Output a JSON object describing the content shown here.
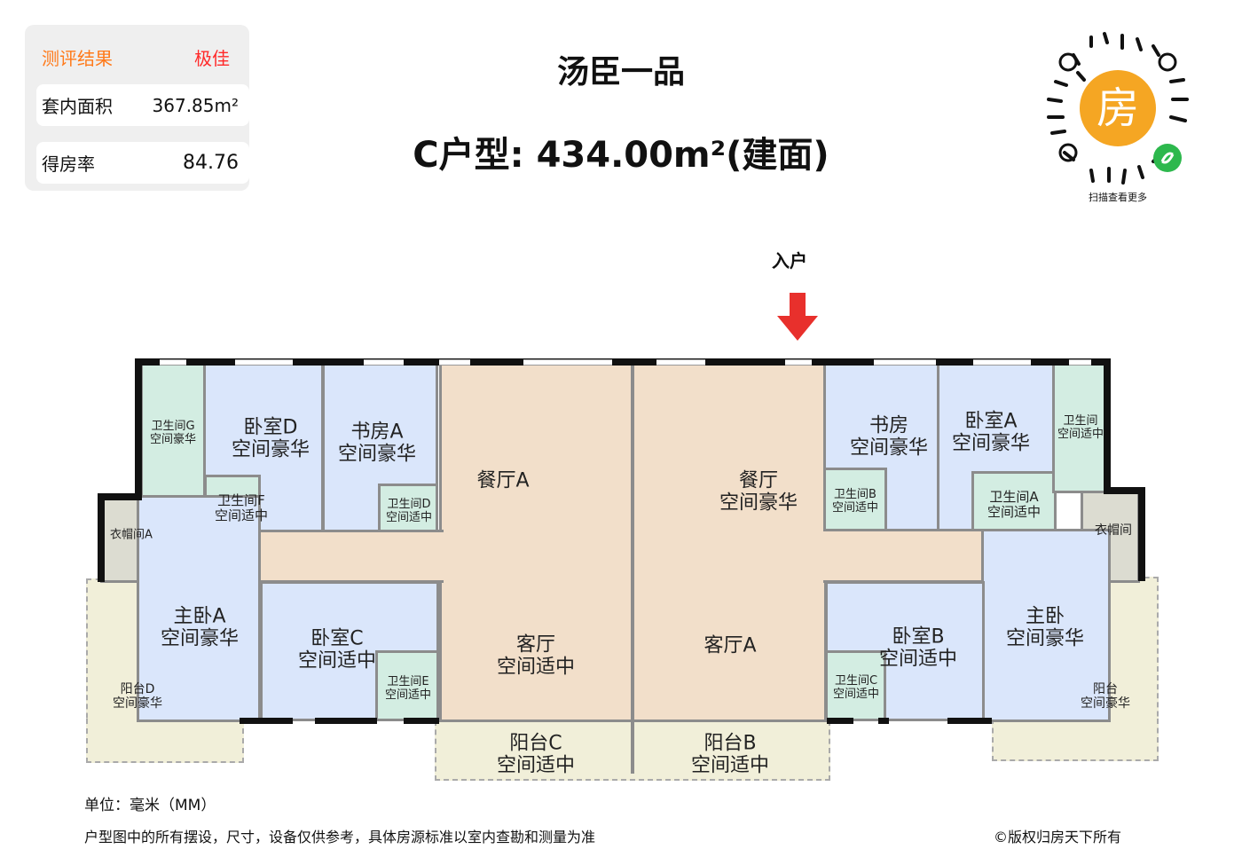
{
  "info": {
    "result_label": "测评结果",
    "result_value": "极佳",
    "area_label": "套内面积",
    "area_value": "367.85m²",
    "rate_label": "得房率",
    "rate_value": "84.76",
    "result_color": "#ff7a1a",
    "value_color": "#ff2a2a"
  },
  "title": "汤臣一品",
  "subtitle": "C户型: 434.00m²(建面)",
  "qr": {
    "logo_char": "房",
    "caption": "扫描查看更多"
  },
  "entrance": "入户",
  "rooms": {
    "bath_g": {
      "name": "卫生间G",
      "grade": "空间豪华"
    },
    "bed_d": {
      "name": "卧室D",
      "grade": "空间豪华"
    },
    "bath_f": {
      "name": "卫生间F",
      "grade": "空间适中"
    },
    "study_a": {
      "name": "书房A",
      "grade": "空间豪华"
    },
    "bath_d": {
      "name": "卫生间D",
      "grade": "空间适中"
    },
    "closet_a": {
      "name": "衣帽间A"
    },
    "master_a": {
      "name": "主卧A",
      "grade": "空间豪华"
    },
    "bed_c": {
      "name": "卧室C",
      "grade": "空间适中"
    },
    "bath_e": {
      "name": "卫生间E",
      "grade": "空间适中"
    },
    "dining_a": {
      "name": "餐厅A"
    },
    "living": {
      "name": "客厅",
      "grade": "空间适中"
    },
    "balcony_c": {
      "name": "阳台C",
      "grade": "空间适中"
    },
    "balcony_d": {
      "name": "阳台D",
      "grade": "空间豪华"
    },
    "dining": {
      "name": "餐厅",
      "grade": "空间豪华"
    },
    "living_a": {
      "name": "客厅A"
    },
    "balcony_b": {
      "name": "阳台B",
      "grade": "空间适中"
    },
    "study": {
      "name": "书房",
      "grade": "空间豪华"
    },
    "bath_b": {
      "name": "卫生间B",
      "grade": "空间适中"
    },
    "bed_a": {
      "name": "卧室A",
      "grade": "空间豪华"
    },
    "bath_a": {
      "name": "卫生间A",
      "grade": "空间适中"
    },
    "bath": {
      "name": "卫生间",
      "grade": "空间适中"
    },
    "closet": {
      "name": "衣帽间"
    },
    "master": {
      "name": "主卧",
      "grade": "空间豪华"
    },
    "bed_b": {
      "name": "卧室B",
      "grade": "空间适中"
    },
    "bath_c": {
      "name": "卫生间C",
      "grade": "空间适中"
    },
    "balcony": {
      "name": "阳台",
      "grade": "空间豪华"
    }
  },
  "footer": {
    "unit": "单位：毫米（MM）",
    "disclaimer": "户型图中的所有摆设，尺寸，设备仅供参考，具体房源标准以室内查勘和测量为准",
    "copyright": "©版权归房天下所有"
  }
}
